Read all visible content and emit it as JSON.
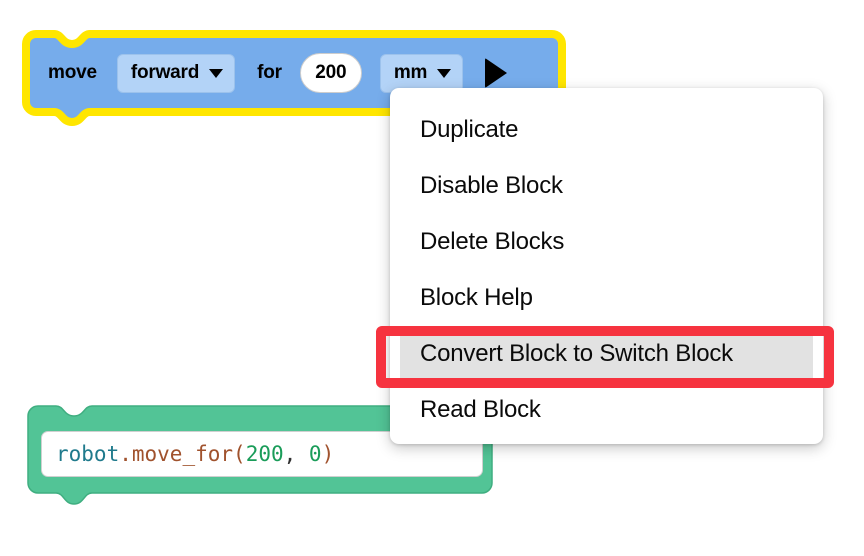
{
  "app": {
    "background_color": "#ffffff",
    "workspace_name": "blockly-workspace"
  },
  "move_block": {
    "selected": true,
    "selection_outline_color": "#ffe600",
    "block_color": "#76aceb",
    "field_color": "#b3d3f7",
    "label_move": "move",
    "direction_dropdown": {
      "value": "forward",
      "arrow": "chevron-down-icon"
    },
    "label_for": "for",
    "distance_field": {
      "value": "200"
    },
    "units_dropdown": {
      "value": "mm",
      "arrow": "chevron-down-icon"
    },
    "run_button": {
      "icon": "play-triangle-icon"
    }
  },
  "code_block": {
    "block_color": "#52c496",
    "code": "robot.move_for(200, 0)",
    "tokens": {
      "object": "robot",
      "dot": ".",
      "function": "move_for",
      "open_paren": "(",
      "arg1": "200",
      "comma": ", ",
      "arg2": "0",
      "close_paren": ")"
    },
    "token_colors": {
      "object": "#1f7a8c",
      "function": "#a0522d",
      "paren": "#a0522d",
      "number": "#1a9c59"
    }
  },
  "context_menu": {
    "items": [
      {
        "label": "Duplicate",
        "highlighted": false
      },
      {
        "label": "Disable Block",
        "highlighted": false
      },
      {
        "label": "Delete Blocks",
        "highlighted": false
      },
      {
        "label": "Block Help",
        "highlighted": false
      },
      {
        "label": "Convert Block to Switch Block",
        "highlighted": true
      },
      {
        "label": "Read Block",
        "highlighted": false
      }
    ],
    "highlight_background": "#e2e2e2"
  },
  "annotation": {
    "name": "red-highlight-box",
    "color": "#f6333f",
    "target_label": "Convert Block to Switch Block"
  }
}
